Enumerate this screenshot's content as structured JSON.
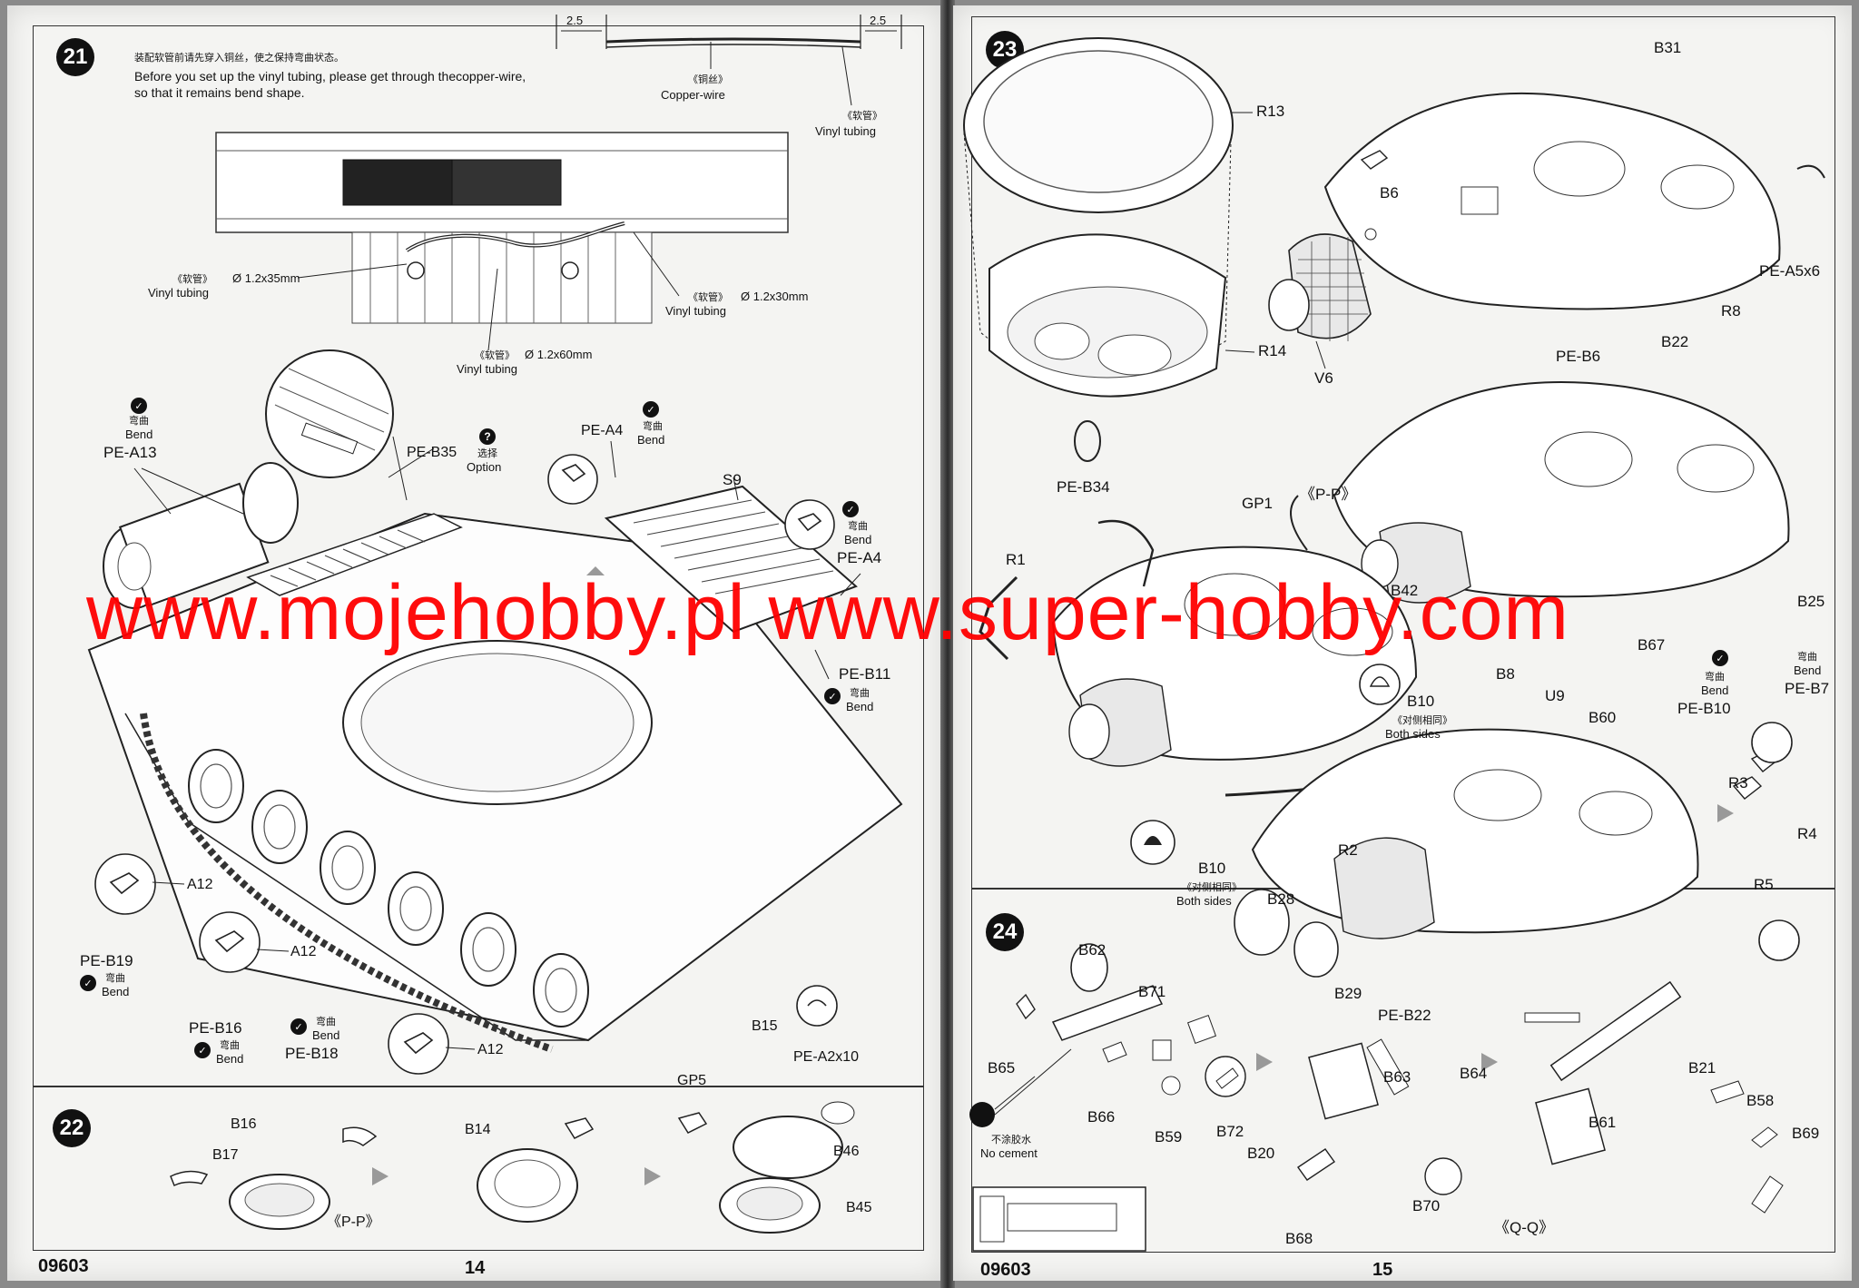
{
  "watermark": "www.mojehobby.pl www.super-hobby.com",
  "left_page": {
    "page_number": "14",
    "code": "09603",
    "step21": {
      "num": "21",
      "cn_note": "装配软管前请先穿入铜丝，使之保持弯曲状态。",
      "note_line1": "Before you set up the vinyl tubing, please get through thecopper-wire,",
      "note_line2": "so that it remains bend shape.",
      "dim1": "2.5",
      "dim2": "2.5",
      "copper_cn": "《铜丝》",
      "copper": "Copper-wire",
      "vinyl_cn": "《软管》",
      "vinyl": "Vinyl tubing",
      "tube35_cn": "《软管》",
      "tube35_size": "Ø 1.2x35mm",
      "tube35": "Vinyl tubing",
      "tube30_cn": "《软管》",
      "tube30_size": "Ø 1.2x30mm",
      "tube30": "Vinyl tubing",
      "tube60_cn": "《软管》",
      "tube60_size": "Ø 1.2x60mm",
      "tube60": "Vinyl tubing",
      "bend_cn": "弯曲",
      "bend": "Bend",
      "option_cn": "选择",
      "option": "Option",
      "parts": {
        "pe_a13": "PE-A13",
        "pe_b35": "PE-B35",
        "pe_a4_top": "PE-A4",
        "s9": "S9",
        "pe_a4_right": "PE-A4",
        "pe_b11": "PE-B11",
        "a12_1": "A12",
        "a12_2": "A12",
        "a12_3": "A12",
        "pe_b19": "PE-B19",
        "pe_b16": "PE-B16",
        "pe_b18": "PE-B18"
      }
    },
    "step22": {
      "num": "22",
      "parts": {
        "b16": "B16",
        "b17": "B17",
        "pp": "《P-P》",
        "b14": "B14",
        "gp5": "GP5",
        "b15": "B15",
        "pe_a2": "PE-A2x10",
        "b46": "B46",
        "b45": "B45"
      }
    }
  },
  "right_page": {
    "page_number": "15",
    "code": "09603",
    "step23": {
      "num": "23",
      "parts": {
        "r13": "R13",
        "r14": "R14",
        "b6": "B6",
        "v6": "V6",
        "b31": "B31",
        "pe_a5": "PE-A5x6",
        "r8": "R8",
        "pe_b6": "PE-B6",
        "b22": "B22",
        "pe_b34": "PE-B34",
        "gp1": "GP1",
        "pp": "《P-P》",
        "r1": "R1",
        "b42": "B42",
        "b8": "B8",
        "b67": "B67",
        "b25": "B25",
        "b10_a": "B10",
        "both_cn_a": "《对侧相同》",
        "both_a": "Both sides",
        "u9": "U9",
        "b60": "B60",
        "pe_b7": "PE-B7",
        "pe_b10": "PE-B10",
        "r3": "R3",
        "r4": "R4",
        "b10_b": "B10",
        "both_cn_b": "《对侧相同》",
        "both_b": "Both sides",
        "r2": "R2",
        "b28": "B28",
        "b29": "B29",
        "pe_b22": "PE-B22",
        "r5": "R5",
        "bend_cn": "弯曲",
        "bend": "Bend"
      }
    },
    "step24": {
      "num": "24",
      "parts": {
        "b62": "B62",
        "b71": "B71",
        "b65": "B65",
        "b66": "B66",
        "b59": "B59",
        "b72": "B72",
        "nocement_cn": "不涂胶水",
        "nocement": "No cement",
        "b63": "B63",
        "b20": "B20",
        "b68": "B68",
        "b64": "B64",
        "b61": "B61",
        "b70": "B70",
        "qq": "《Q-Q》",
        "b21": "B21",
        "b58": "B58",
        "b69": "B69"
      }
    }
  }
}
